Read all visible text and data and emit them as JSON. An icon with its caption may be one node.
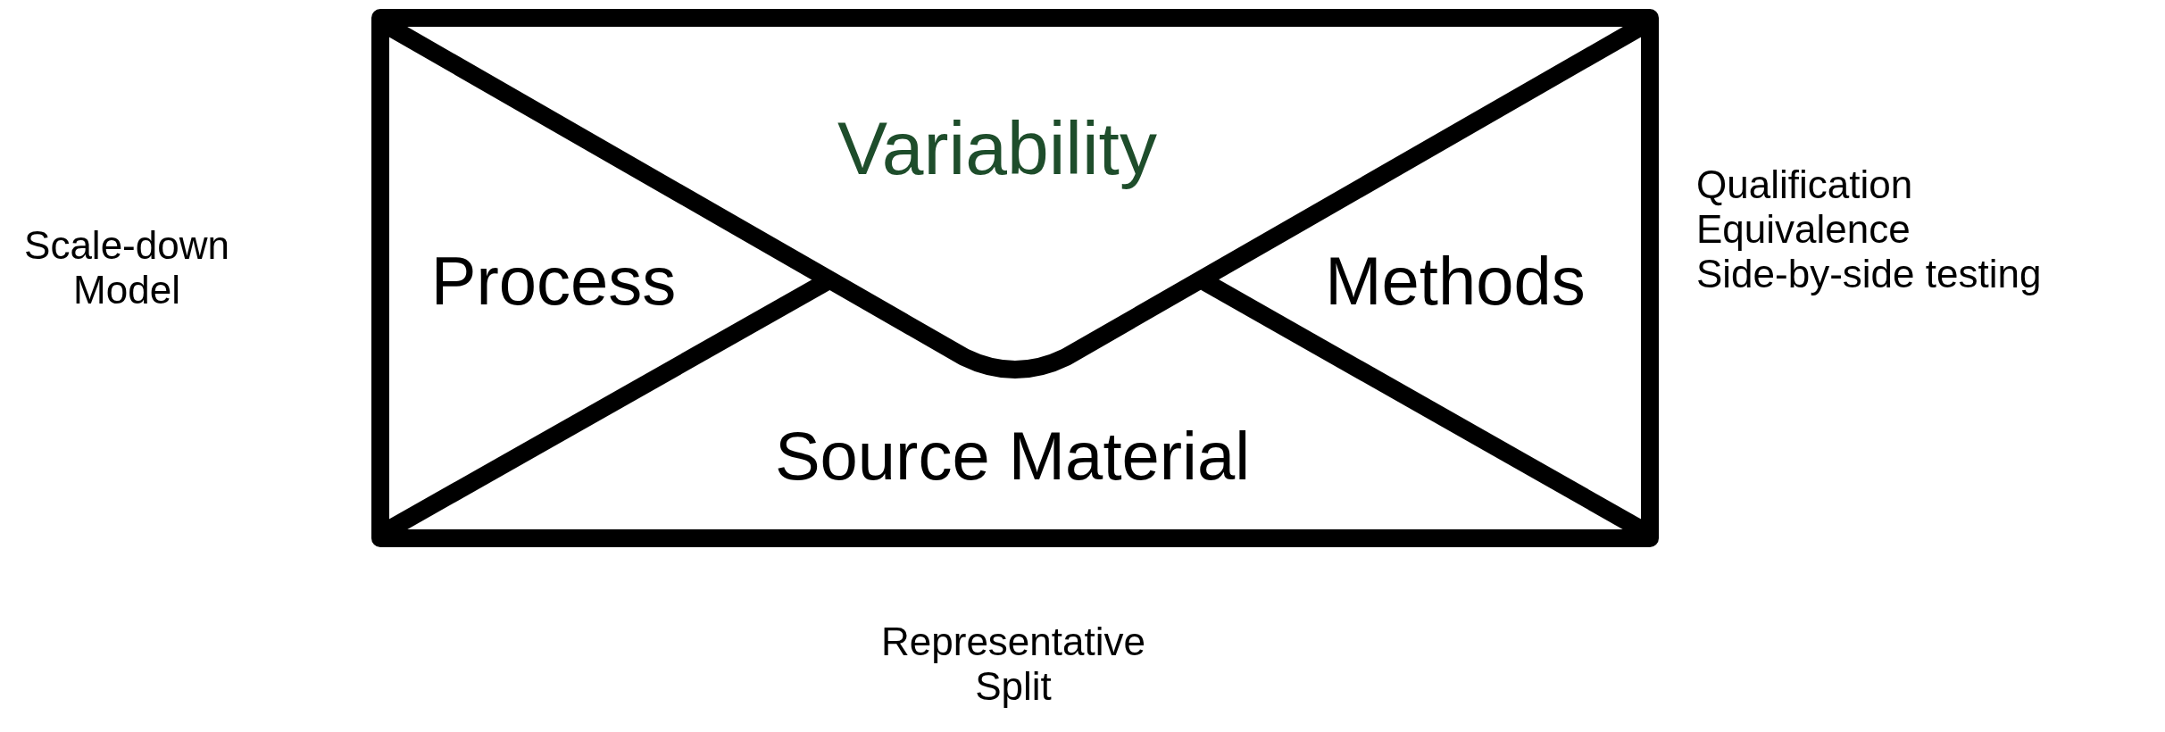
{
  "diagram": {
    "nodes": [
      {
        "text": [
          "Variability"
        ]
      },
      {
        "text": [
          "Process"
        ]
      },
      {
        "text": [
          "Methods"
        ],
        "beside": [
          "Qualification",
          "Equivalence",
          "Side-by-side testing"
        ]
      },
      {
        "text": [
          "Source Material"
        ],
        "beside": [
          "Representative Split"
        ]
      }
    ],
    "edges": [],
    "labels": [
      "Scale-down Model"
    ]
  }
}
